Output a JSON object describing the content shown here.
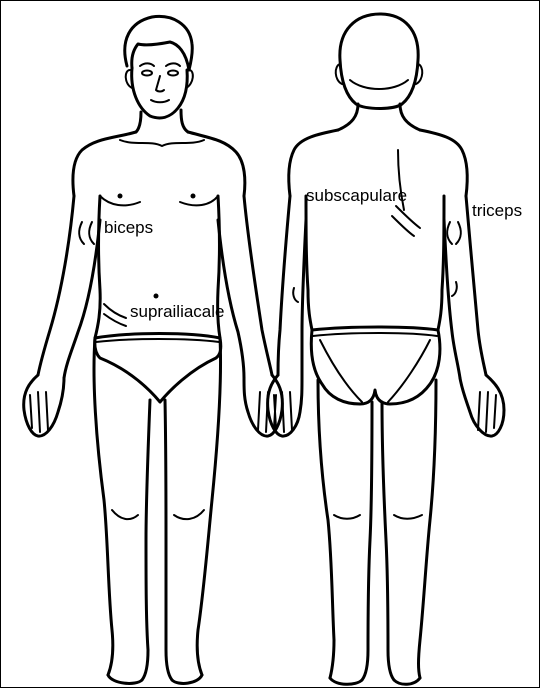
{
  "labels": {
    "biceps": "biceps",
    "suprailiacale": "suprailiacale",
    "subscapulare": "subscapulare",
    "triceps": "triceps"
  },
  "views": [
    "front-view",
    "back-view"
  ],
  "colors": {
    "line": "#000000",
    "background": "#ffffff"
  }
}
